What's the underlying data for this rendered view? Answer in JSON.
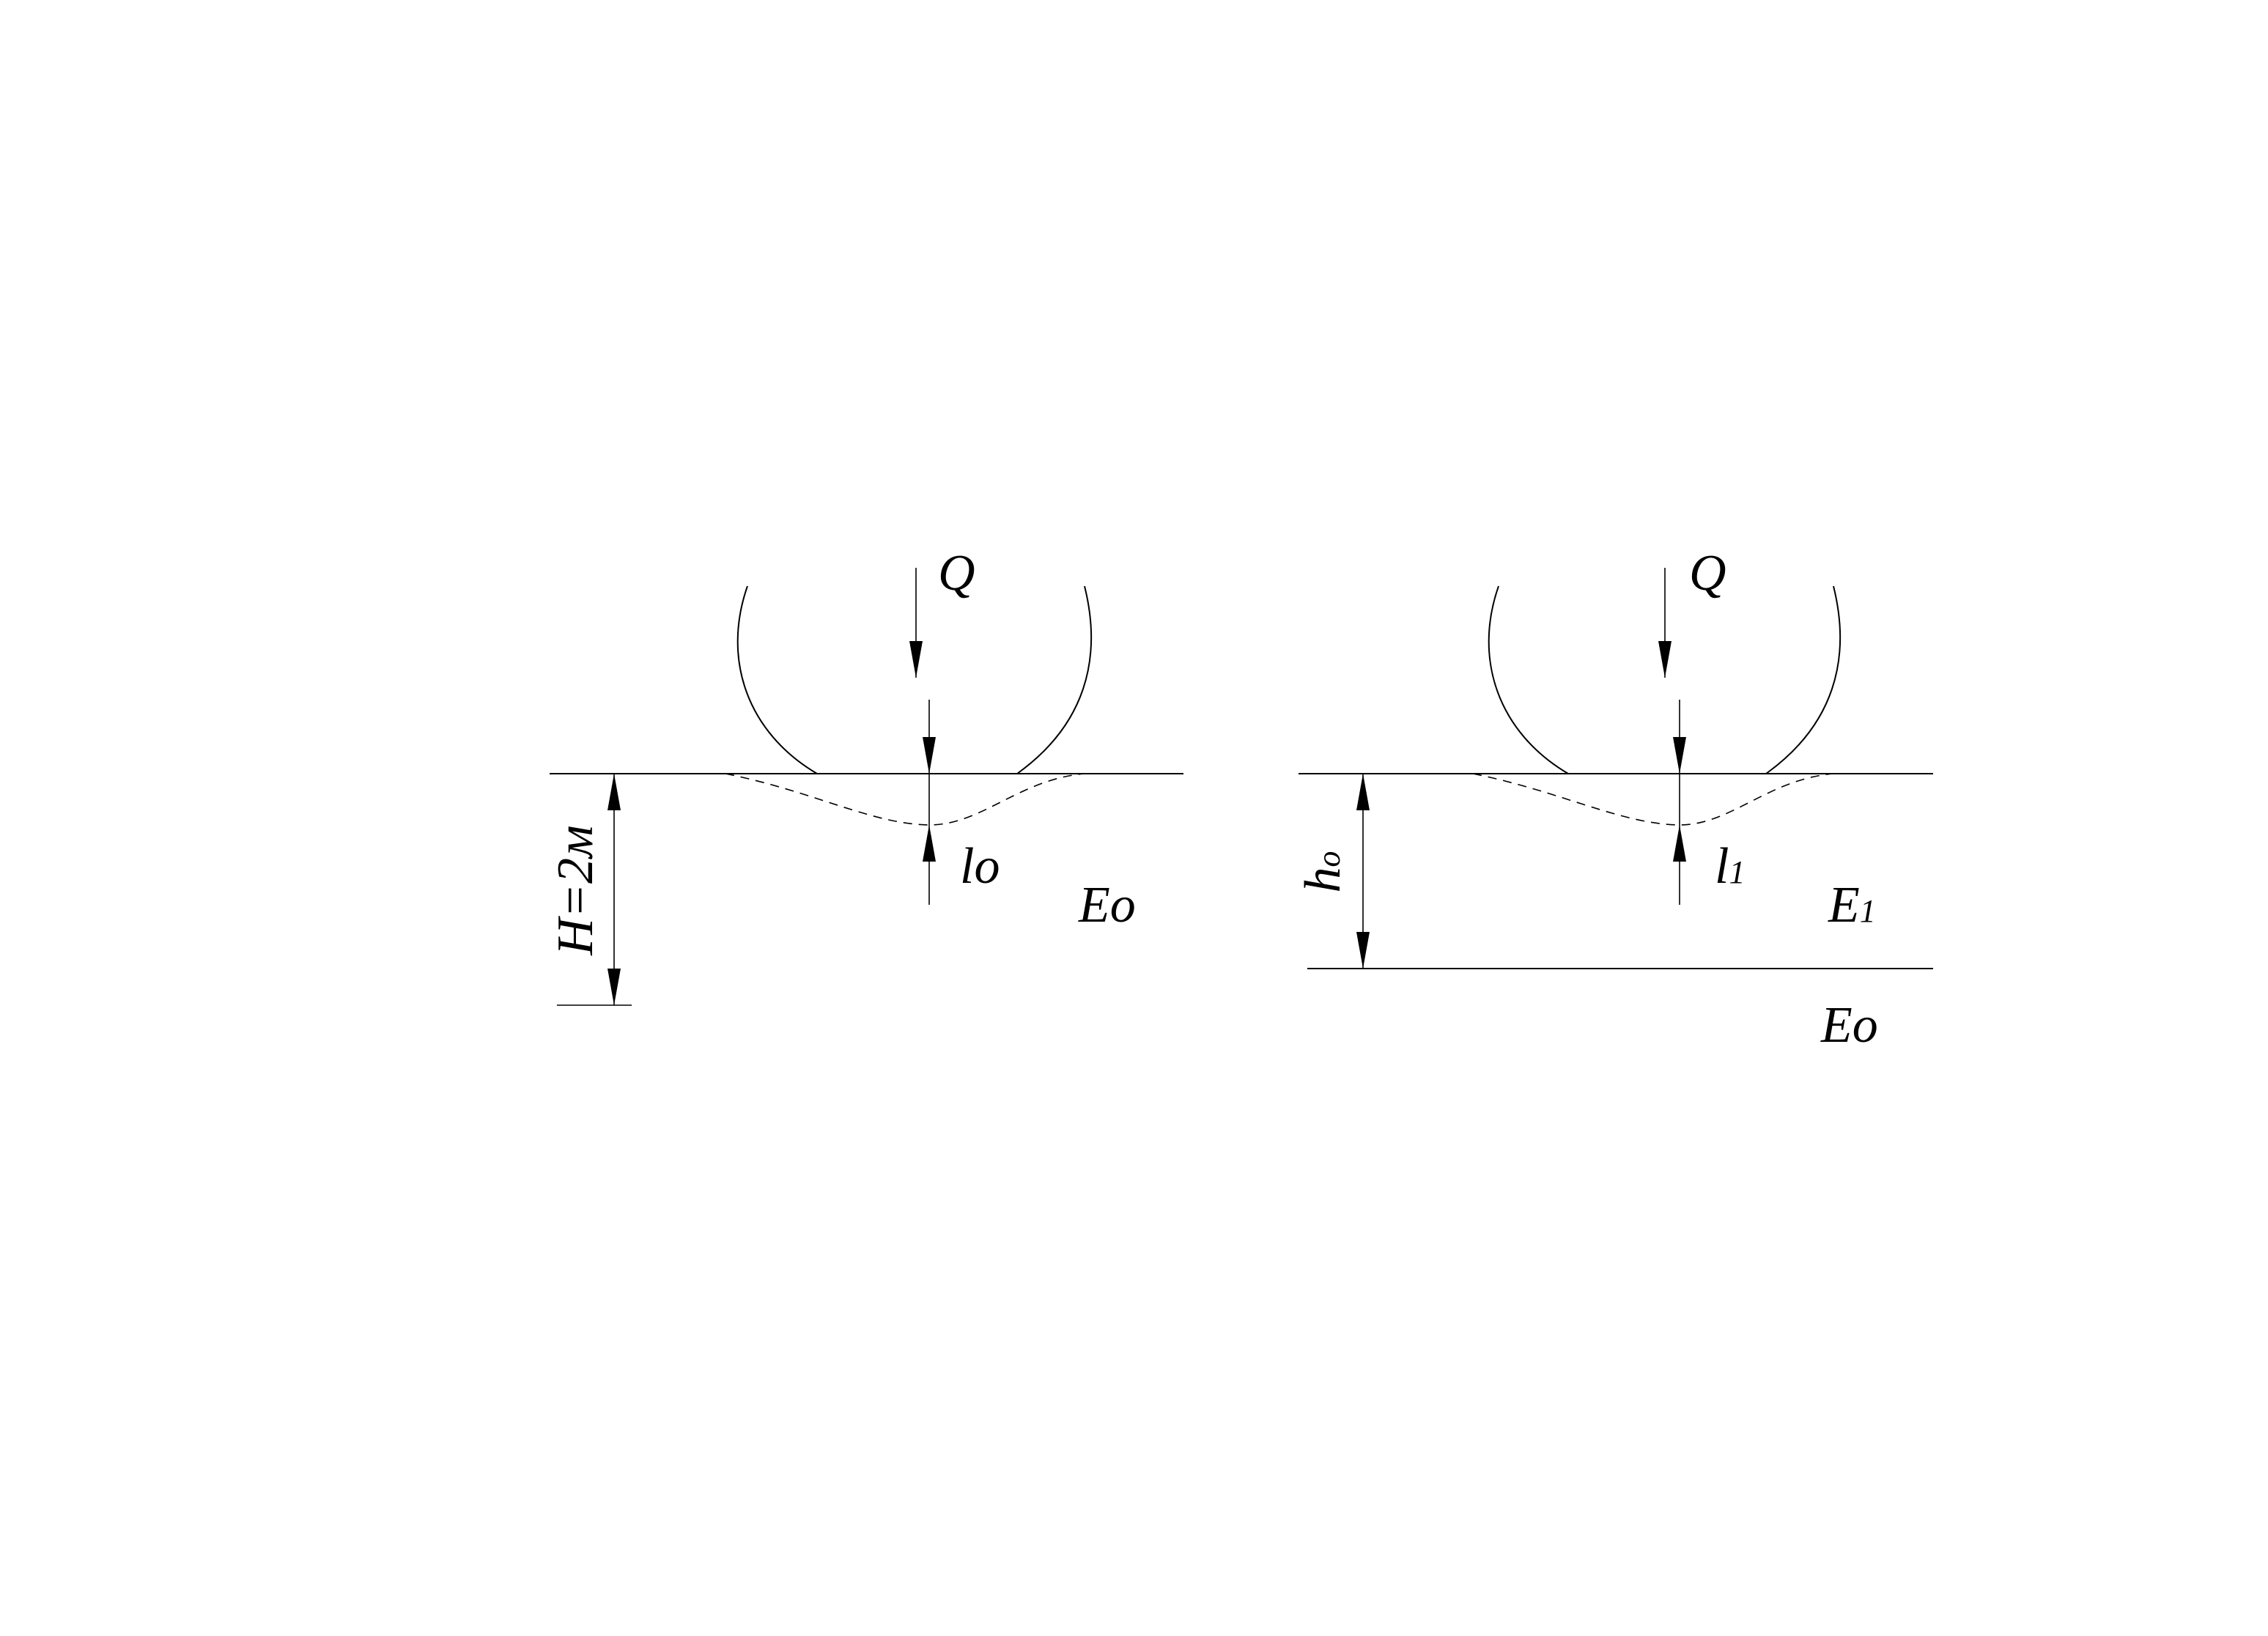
{
  "left_panel": {
    "load_label": "Q",
    "deflection_label": "lo",
    "modulus_label": "Eo",
    "depth_label": "H=2м"
  },
  "right_panel": {
    "load_label": "Q",
    "deflection_label_main": "l",
    "deflection_label_sub": "1",
    "layer_modulus_main": "E",
    "layer_modulus_sub": "1",
    "base_modulus_label": "Eo",
    "thickness_label_main": "h",
    "thickness_label_sub": "o"
  }
}
